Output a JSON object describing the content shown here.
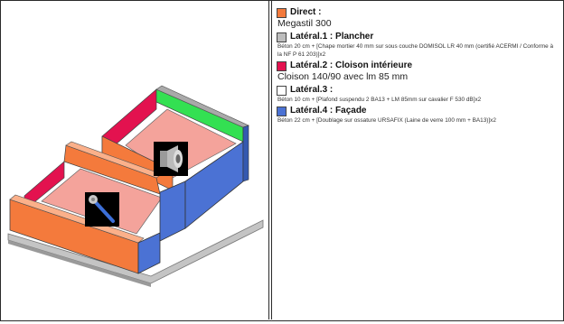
{
  "legend": {
    "items": [
      {
        "title": "Direct :",
        "color": "#f47a3c",
        "value": "Megastil 300",
        "value_style": "big"
      },
      {
        "title": "Latéral.1 : Plancher",
        "color": "#bdbdbd",
        "value": "Béton 20 cm + [Chape mortier 40 mm sur sous couche DOMISOL LR 40 mm (certifié ACERMI / Conforme à la NF P 61 203)]x2",
        "value_style": "small"
      },
      {
        "title": "Latéral.2 : Cloison intérieure",
        "color": "#e3124f",
        "value": "Cloison 140/90 avec lm 85 mm",
        "value_style": "big"
      },
      {
        "title": "Latéral.3 :",
        "color": "#ffffff",
        "value": "Béton 10 cm + [Plafond suspendu 2 BA13 + LM 85mm sur cavalier F 530 dB]x2",
        "value_style": "small"
      },
      {
        "title": "Latéral.4 : Façade",
        "color": "#4b72d4",
        "value": "Béton 22 cm + [Doublage sur ossature URSAFIX (Laine de verre 100 mm + BA13)]x2",
        "value_style": "small"
      }
    ]
  },
  "scene": {
    "icons": [
      "speaker-icon",
      "microphone-icon"
    ],
    "colors": {
      "direct": "#f47a3c",
      "floor": "#f4a39b",
      "partition": "#e3124f",
      "ceiling": "#33e052",
      "facade": "#4b72d4",
      "slab": "#c4c4c4"
    }
  }
}
